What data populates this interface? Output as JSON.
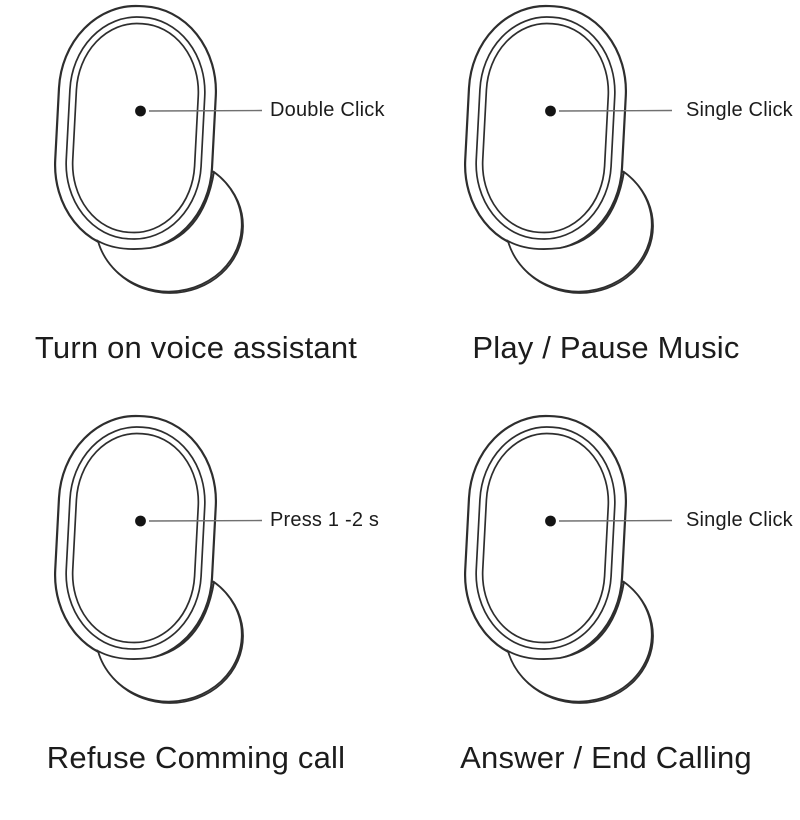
{
  "page": {
    "background": "#ffffff",
    "stroke_color": "#2e2e2e",
    "text_color": "#1c1c1c",
    "leader_line_color": "#707070",
    "dot_color": "#141414"
  },
  "diagram": {
    "subject": "earbud-touch-controls",
    "panels": [
      {
        "id": "voice-assistant",
        "gesture_label": "Double Click",
        "caption": "Turn on voice assistant"
      },
      {
        "id": "play-pause",
        "gesture_label": "Single Click",
        "caption": "Play / Pause Music"
      },
      {
        "id": "refuse-call",
        "gesture_label": "Press 1 -2 s",
        "caption": "Refuse Comming call"
      },
      {
        "id": "answer-end",
        "gesture_label": "Single Click",
        "caption": "Answer / End Calling"
      }
    ]
  }
}
